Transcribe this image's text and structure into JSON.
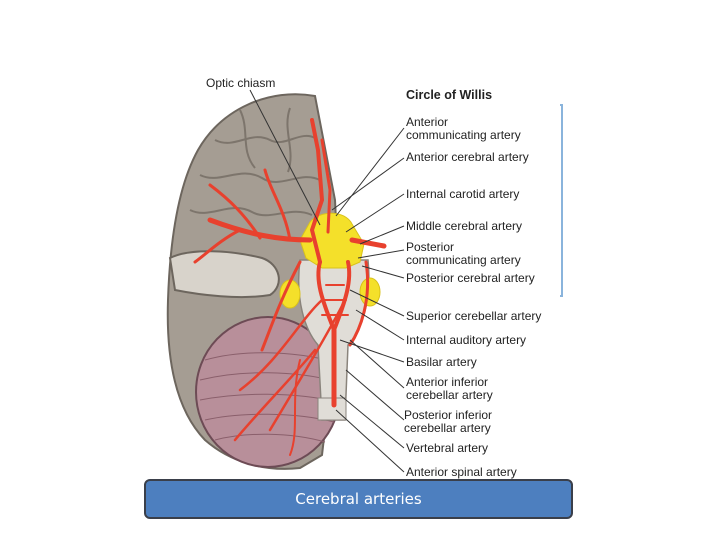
{
  "labels": {
    "optic_chiasm": "Optic chiasm",
    "circle_of_willis": "Circle of Willis",
    "anterior_communicating": "Anterior\ncommunicating artery",
    "anterior_cerebral": "Anterior cerebral artery",
    "internal_carotid": "Internal carotid artery",
    "middle_cerebral": "Middle cerebral artery",
    "posterior_communicating": "Posterior\ncommunicating artery",
    "posterior_cerebral": "Posterior cerebral artery",
    "superior_cerebellar": "Superior cerebellar artery",
    "internal_auditory": "Internal auditory artery",
    "basilar": "Basilar artery",
    "anterior_inferior_cerebellar": "Anterior inferior\ncerebellar artery",
    "posterior_inferior_cerebellar": "Posterior inferior\ncerebellar artery",
    "vertebral": "Vertebral artery",
    "anterior_spinal": "Anterior spinal artery"
  },
  "caption": "Cerebral arteries",
  "colors": {
    "brain": "#a59d93",
    "brain_dark": "#7d756c",
    "cerebellum": "#b88f9a",
    "artery": "#e8412e",
    "circle": "#f4e02a",
    "bracket": "#8ab4dc",
    "caption_bg": "#4d7fbf"
  }
}
